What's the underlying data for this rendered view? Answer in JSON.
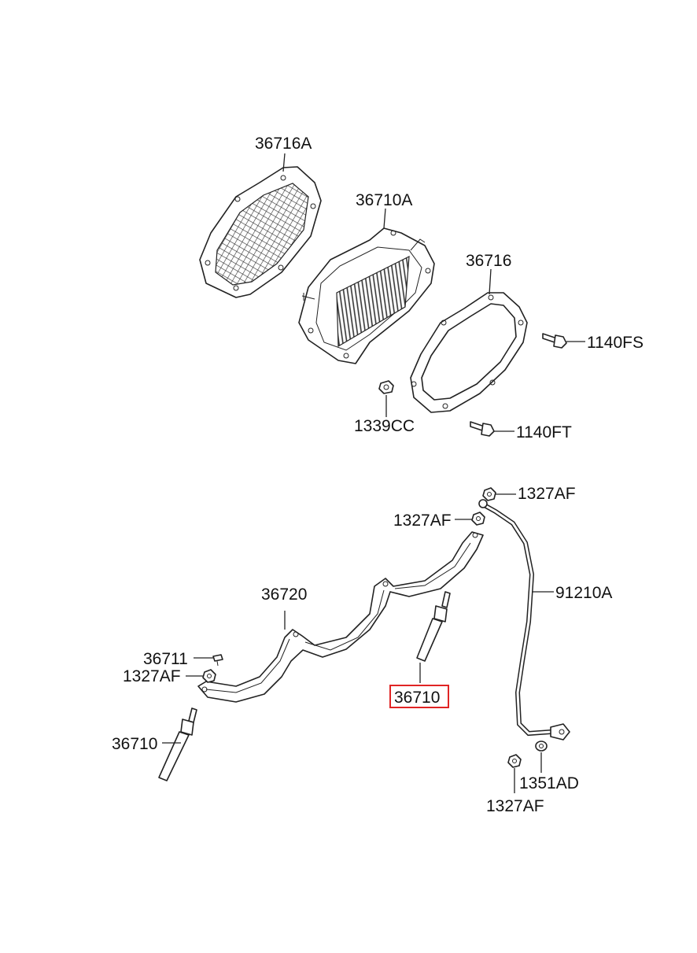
{
  "labels": {
    "l_36716A": "36716A",
    "l_36710A": "36710A",
    "l_36716": "36716",
    "l_1140FS": "1140FS",
    "l_1339CC": "1339CC",
    "l_1140FT": "1140FT",
    "l_1327AF_top": "1327AF",
    "l_1327AF_mid": "1327AF",
    "l_36720": "36720",
    "l_91210A": "91210A",
    "l_36711": "36711",
    "l_1327AF_left": "1327AF",
    "l_36710_highlight": "36710",
    "l_36710_left": "36710",
    "l_1351AD": "1351AD",
    "l_1327AF_bottom": "1327AF"
  },
  "highlight_color": "#e02424"
}
